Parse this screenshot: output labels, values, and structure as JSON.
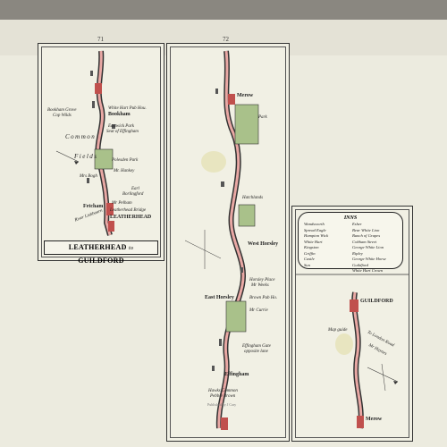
{
  "pages": {
    "left": "71",
    "right": "72"
  },
  "strip_left": {
    "title": {
      "from": "LEATHERHEAD",
      "to_word": "to",
      "to": "GUILDFORD"
    },
    "labels": [
      "Bookham Grove",
      "Cop Wilds",
      "White Hart Pub Hou.",
      "Bookham",
      "Eastwick Park",
      "Seat of Effingham",
      "Common",
      "Fields",
      "Polesden Park",
      "Mr. Hankey",
      "Mrs Bogh",
      "Earl",
      "Borlingford",
      "Mr Pelham",
      "Leatherhead Bridge",
      "Fetcham",
      "River Lishbourn",
      "LEATHERHEAD"
    ]
  },
  "strip_middle": {
    "labels": [
      "Merow",
      "Park",
      "Hatchlands",
      "West Horsley",
      "Horsley Place",
      "Mr Weeks",
      "East Horsley",
      "Brown Pub Ho.",
      "Mr Currie",
      "Effingham Gate",
      "opposite lane",
      "Effingham",
      "Hawks Common",
      "Pebble Brown"
    ]
  },
  "strip_right": {
    "inns": {
      "heading": "INNS",
      "left_col": [
        "Wandsworth",
        "Spread Eagle",
        "Hampton Wick",
        "White Hart",
        "Kingston",
        "Griffin",
        "Castle",
        "Sun"
      ],
      "right_col": [
        "Esher",
        "Bear White Lion",
        "Bunch of Grapes",
        "Cobham Street",
        "George White Lion",
        "Ripley",
        "George White Horse",
        "Guildford",
        "White Hart Crown"
      ]
    },
    "labels": [
      "GUILDFORD",
      "Map guide",
      "To London Road",
      "Mr Haynes",
      "Merow"
    ]
  },
  "footer": "Published by J Cary"
}
